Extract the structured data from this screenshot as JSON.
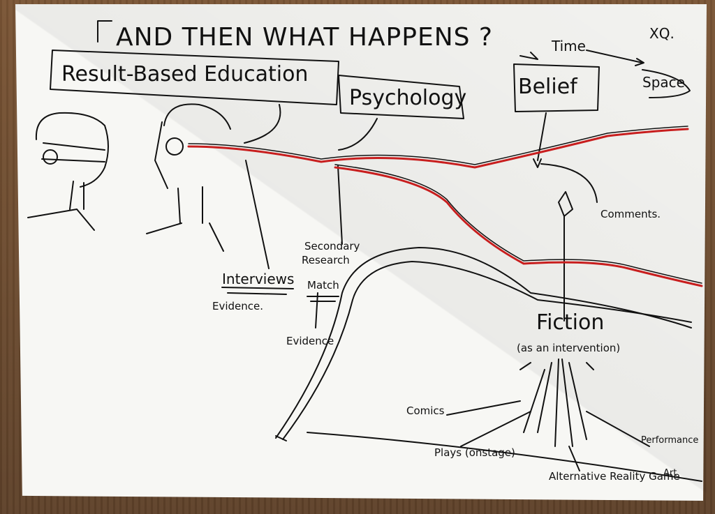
{
  "title": "AND THEN WHAT HAPPENS ?",
  "initials": "XQ.",
  "time_label": "Time",
  "space_label": "Space",
  "result_box": "Result-Based Education",
  "psychology_box": "Psychology",
  "belief_box": "Belief",
  "comments": "Comments.",
  "interviews": "Interviews",
  "evidence_left": "Evidence.",
  "secondary_research": [
    "Secondary",
    "Research"
  ],
  "match": "Match",
  "evidence_mid": "Evidence",
  "fiction": "Fiction",
  "fiction_sub": "(as an intervention)",
  "comics": "Comics",
  "plays": "Plays (onstage)",
  "performance_art": [
    "Performance",
    "Art"
  ],
  "arg": "Alternative Reality Game",
  "colors": {
    "ink": "#111111",
    "red": "#c81e1e",
    "paper": "#f7f7f4"
  }
}
